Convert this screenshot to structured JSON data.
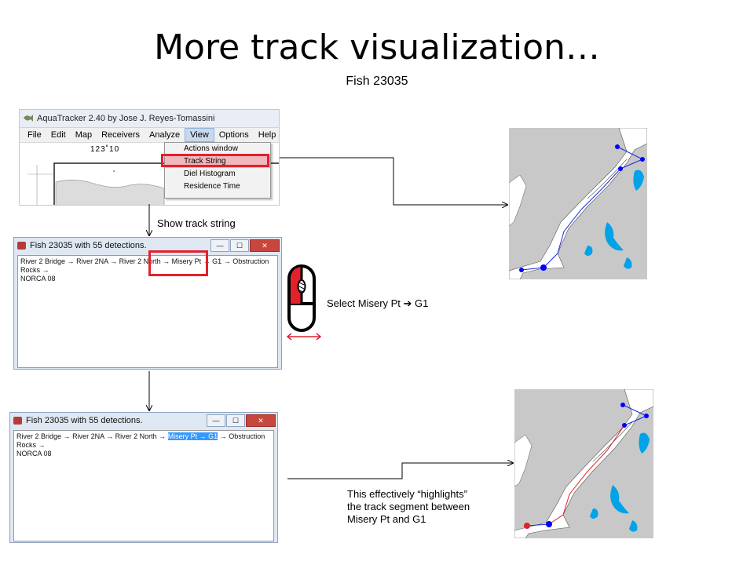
{
  "slide": {
    "title": "More track visualization…",
    "subtitle": "Fish 23035"
  },
  "app_window": {
    "title": "AquaTracker 2.40 by Jose J. Reyes-Tomassini",
    "menu": [
      "File",
      "Edit",
      "Map",
      "Receivers",
      "Analyze",
      "View",
      "Options",
      "Help"
    ],
    "active_menu": "View",
    "map_coordinate": "123˚10",
    "view_menu_items": [
      "Actions window",
      "Track String",
      "Diel Histogram",
      "Residence Time"
    ],
    "selected_view_item": "Track String"
  },
  "annotations": {
    "show_track_string": "Show track string",
    "select_segment": "Select Misery Pt  G1",
    "select_arrow_glyph": "➔",
    "highlight_note": "This effectively “highlights” the track segment between Misery Pt and G1"
  },
  "fish_window": {
    "title": "Fish  23035 with 55 detections.",
    "controls": {
      "minimize": "—",
      "maximize": "☐",
      "close": "✕"
    },
    "track_parts": {
      "seg1": "River 2 Bridge",
      "seg2": "River 2NA",
      "seg3": "River 2 North",
      "selected": "Misery Pt → G1",
      "seg5": "Obstruction Rocks",
      "seg6": "NORCA 08",
      "arrow": "→"
    }
  },
  "colors": {
    "highlight_box": "#e3212b",
    "selection": "#3399ff",
    "land": "#c8c8c8",
    "water": "#ffffff",
    "lake": "#00a2e8",
    "track": "#1a2bd6",
    "highlighted_track": "#e3212b",
    "receiver": "#0000ff"
  }
}
